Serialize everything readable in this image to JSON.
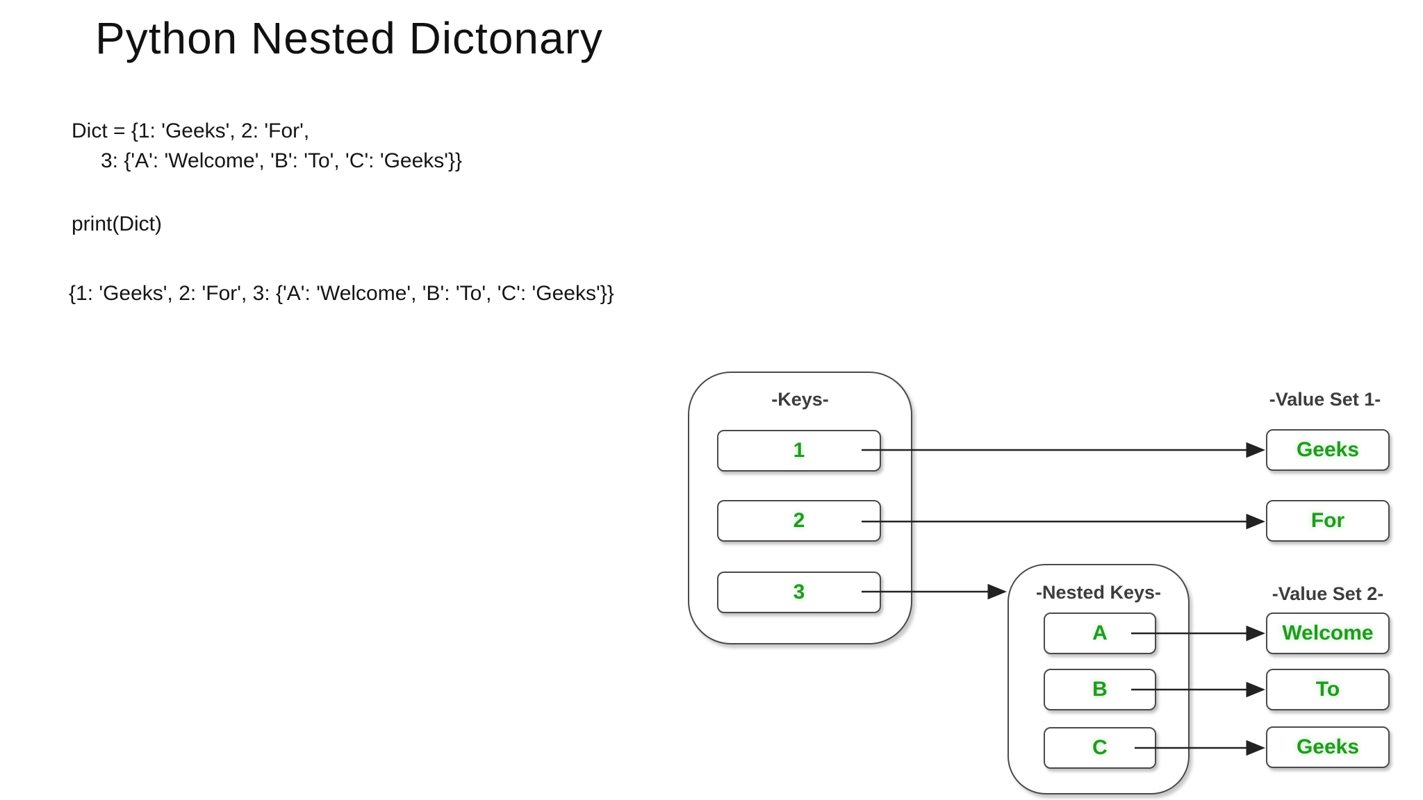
{
  "slide": {
    "title": "Python Nested Dictonary"
  },
  "code": {
    "line1": "Dict = {1: 'Geeks', 2: 'For',",
    "line2": "3: {'A': 'Welcome', 'B': 'To', 'C': 'Geeks'}}",
    "print_line": "print(Dict)",
    "output_line": "{1: 'Geeks', 2: 'For', 3: {'A': 'Welcome', 'B': 'To', 'C': 'Geeks'}}"
  },
  "diagram": {
    "keys_group": {
      "label": "-Keys-",
      "items": [
        "1",
        "2",
        "3"
      ]
    },
    "value_set1": {
      "label": "-Value Set 1-",
      "items": [
        "Geeks",
        "For"
      ]
    },
    "nested_keys_group": {
      "label": "-Nested Keys-",
      "items": [
        "A",
        "B",
        "C"
      ]
    },
    "value_set2": {
      "label": "-Value Set 2-",
      "items": [
        "Welcome",
        "To",
        "Geeks"
      ]
    },
    "mappings": [
      {
        "from": "1",
        "to": "Geeks"
      },
      {
        "from": "2",
        "to": "For"
      },
      {
        "from": "3",
        "to": "-Nested Keys-"
      },
      {
        "from": "A",
        "to": "Welcome"
      },
      {
        "from": "B",
        "to": "To"
      },
      {
        "from": "C",
        "to": "Geeks"
      }
    ],
    "colors": {
      "value_text_green": "#229922",
      "box_border_gray": "#4a4a4a",
      "label_gray": "#3d3d3d",
      "arrow_black": "#222222",
      "background": "#ffffff"
    }
  }
}
